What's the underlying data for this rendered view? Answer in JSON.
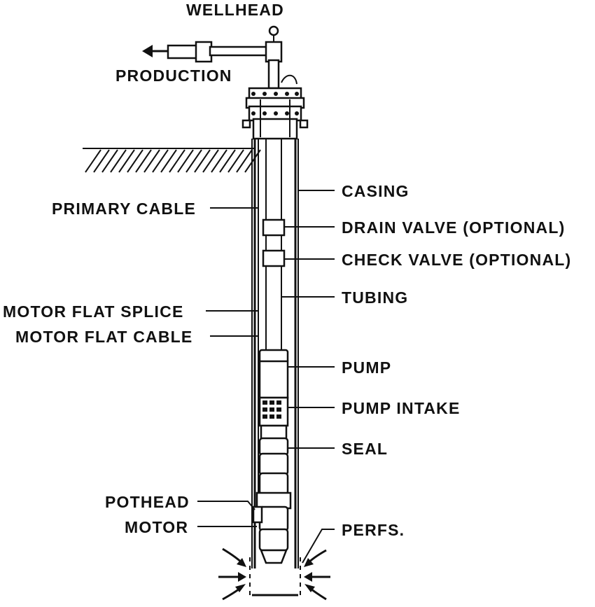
{
  "diagram": {
    "labels": {
      "wellhead": "WELLHEAD",
      "production": "PRODUCTION",
      "casing": "CASING",
      "primary_cable": "PRIMARY CABLE",
      "drain_valve": "DRAIN VALVE (OPTIONAL)",
      "check_valve": "CHECK VALVE (OPTIONAL)",
      "tubing": "TUBING",
      "motor_flat_splice": "MOTOR FLAT SPLICE",
      "motor_flat_cable": "MOTOR FLAT CABLE",
      "pump": "PUMP",
      "pump_intake": "PUMP INTAKE",
      "seal": "SEAL",
      "pothead": "POTHEAD",
      "motor": "MOTOR",
      "perfs": "PERFS."
    },
    "colors": {
      "ink": "#111111",
      "background": "#ffffff"
    }
  }
}
